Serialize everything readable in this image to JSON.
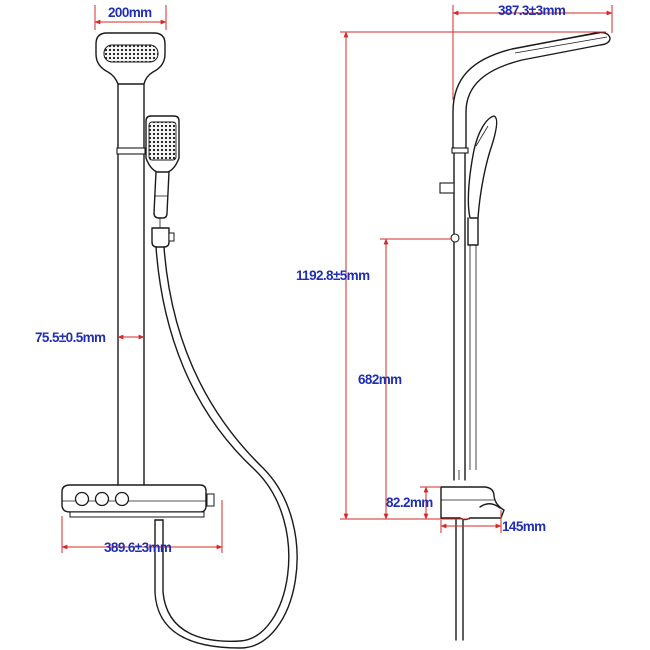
{
  "front_view": {
    "dims": {
      "head_width": "200mm",
      "pipe_diameter": "75.5±0.5mm",
      "console_width": "389.6±3mm"
    }
  },
  "side_view": {
    "dims": {
      "arm_reach": "387.3±3mm",
      "total_height": "1192.8±5mm",
      "mount_height": "682mm",
      "console_height": "82.2mm",
      "spout_depth": "145mm"
    }
  },
  "colors": {
    "dimension_lines": "#d42a2a",
    "dimension_text": "#1f2fb0",
    "outline": "#1a1a1a"
  }
}
